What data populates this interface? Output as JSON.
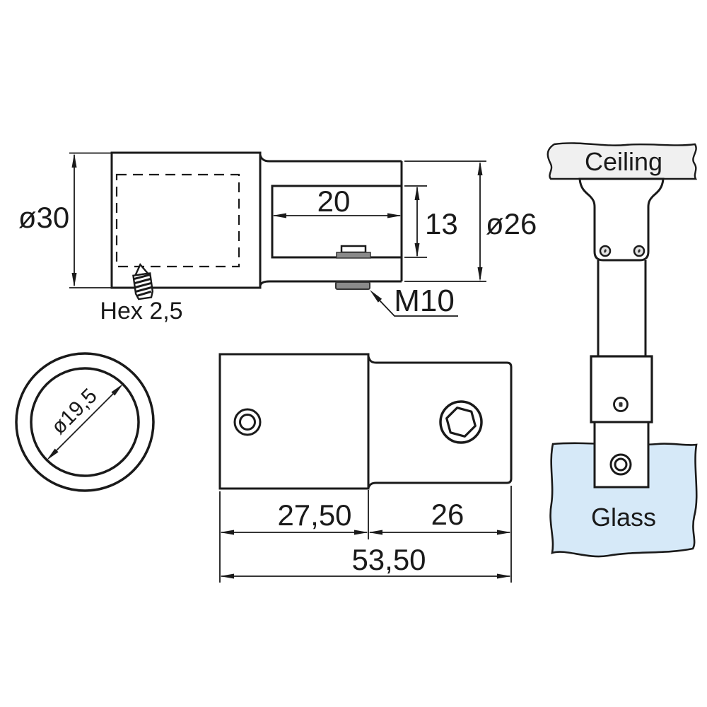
{
  "views": {
    "side_view": {
      "dim_body_diameter": "ø30",
      "set_screw_label": "Hex 2,5",
      "dim_slot_depth": "20",
      "dim_slot_height": "13",
      "dim_fork_diameter": "ø26",
      "bottom_screw_label": "M10"
    },
    "ring_view": {
      "dim_bore_diameter": "ø19,5"
    },
    "front_view": {
      "dim_body_width": "27,50",
      "dim_fork_width": "26",
      "dim_total_width": "53,50"
    },
    "installation_view": {
      "ceiling_label": "Ceiling",
      "glass_label": "Glass"
    }
  },
  "colors": {
    "line": "#1a1a1a",
    "ceiling_fill": "#f0f0f0",
    "glass_fill": "#d6e9f8",
    "screw_fill": "#8a8a8a",
    "screw_face_fill": "#e3e3e3"
  }
}
